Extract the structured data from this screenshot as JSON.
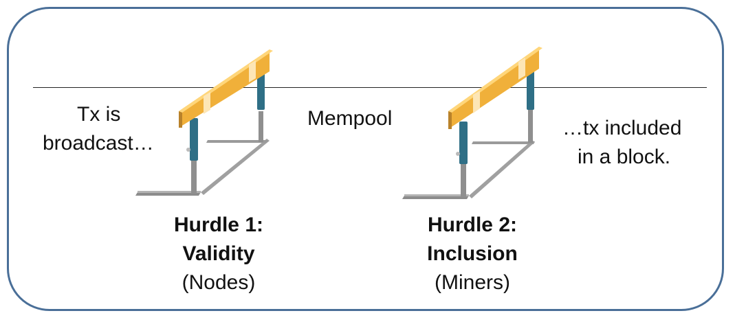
{
  "labels": {
    "broadcast": [
      "Tx is",
      "broadcast…"
    ],
    "mempool": "Mempool",
    "included": [
      "…tx included",
      "in a block."
    ]
  },
  "hurdles": [
    {
      "title": "Hurdle 1:",
      "subtitle": "Validity",
      "actor": "(Nodes)"
    },
    {
      "title": "Hurdle 2:",
      "subtitle": "Inclusion",
      "actor": "(Miners)"
    }
  ],
  "colors": {
    "frame": "#4a6f98",
    "bar": "#f0b03a",
    "post": "#2f6f86",
    "leg": "#9a9a9a"
  }
}
